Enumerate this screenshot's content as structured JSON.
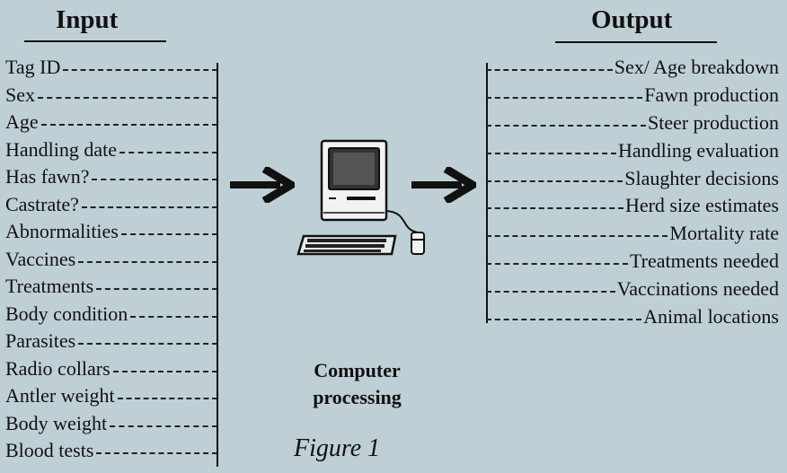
{
  "input": {
    "heading": "Input",
    "items": [
      "Tag ID",
      "Sex",
      "Age",
      "Handling date",
      "Has fawn?",
      "Castrate?",
      "Abnormalities",
      "Vaccines",
      "Treatments",
      "Body condition",
      "Parasites",
      "Radio collars",
      "Antler weight",
      "Body weight",
      "Blood tests"
    ]
  },
  "output": {
    "heading": "Output",
    "items": [
      "Sex/ Age breakdown",
      "Fawn production",
      "Steer production",
      "Handling evaluation",
      "Slaughter decisions",
      "Herd size estimates",
      "Mortality rate",
      "Treatments needed",
      "Vaccinations needed",
      "Animal locations"
    ]
  },
  "center": {
    "caption_line1": "Computer",
    "caption_line2": "processing",
    "computer_icon": "computer-icon",
    "arrow_icon": "right-arrow-icon"
  },
  "figure_label": "Figure 1",
  "colors": {
    "background": "#bfcfd6",
    "ink": "#111111"
  }
}
